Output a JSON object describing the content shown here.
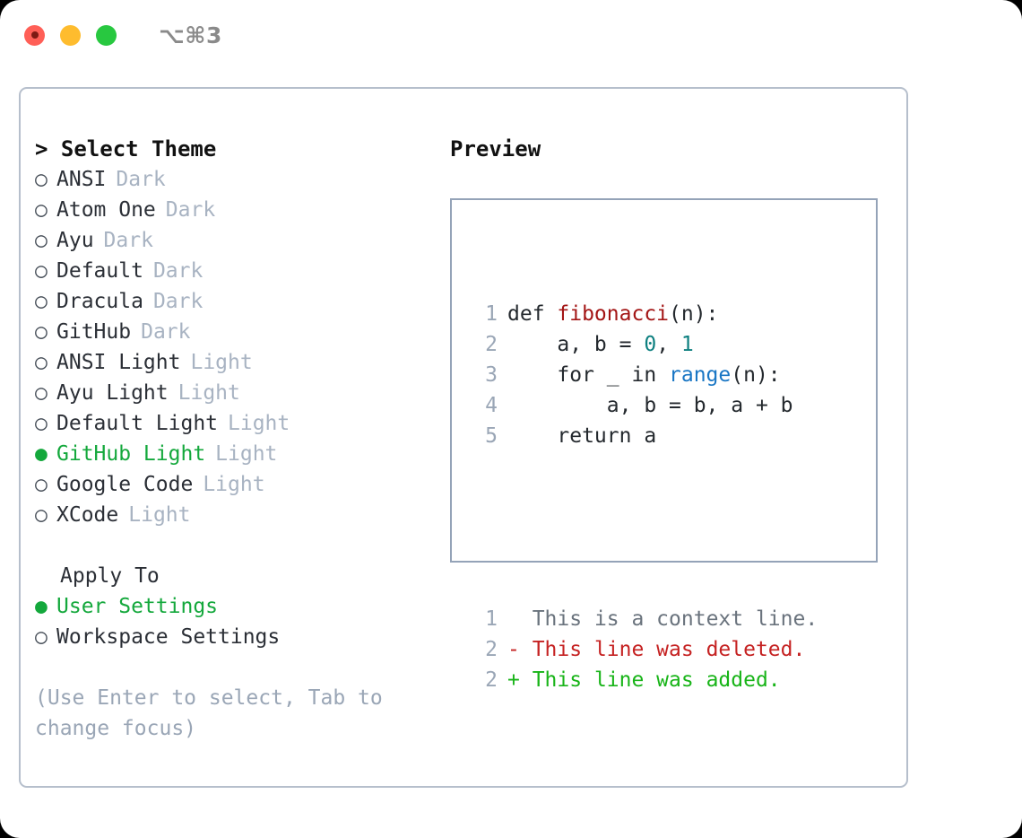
{
  "titlebar": {
    "shortcut": "⌥⌘3",
    "buttons": [
      {
        "name": "close",
        "label": "close"
      },
      {
        "name": "minimize",
        "label": "minimize"
      },
      {
        "name": "maximize",
        "label": "maximize"
      }
    ]
  },
  "theme_panel": {
    "heading": "> Select Theme",
    "bullet_selected": "●",
    "bullet_unselected": "○",
    "items": [
      {
        "label": "ANSI",
        "variant": "Dark",
        "selected": false
      },
      {
        "label": "Atom One",
        "variant": "Dark",
        "selected": false
      },
      {
        "label": "Ayu",
        "variant": "Dark",
        "selected": false
      },
      {
        "label": "Default",
        "variant": "Dark",
        "selected": false
      },
      {
        "label": "Dracula",
        "variant": "Dark",
        "selected": false
      },
      {
        "label": "GitHub",
        "variant": "Dark",
        "selected": false
      },
      {
        "label": "ANSI Light",
        "variant": "Light",
        "selected": false
      },
      {
        "label": "Ayu Light",
        "variant": "Light",
        "selected": false
      },
      {
        "label": "Default Light",
        "variant": "Light",
        "selected": false
      },
      {
        "label": "GitHub Light",
        "variant": "Light",
        "selected": true
      },
      {
        "label": "Google Code",
        "variant": "Light",
        "selected": false
      },
      {
        "label": "XCode",
        "variant": "Light",
        "selected": false
      }
    ]
  },
  "apply_to": {
    "heading": "Apply To",
    "options": [
      {
        "label": "User Settings",
        "selected": true
      },
      {
        "label": "Workspace Settings",
        "selected": false
      }
    ]
  },
  "hint": "(Use Enter to select, Tab to change focus)",
  "preview": {
    "heading": "Preview",
    "code_lines": [
      {
        "num": "1",
        "tokens": [
          {
            "text": "def ",
            "type": "plain"
          },
          {
            "text": "fibonacci",
            "type": "fn"
          },
          {
            "text": "(n):",
            "type": "plain"
          }
        ]
      },
      {
        "num": "2",
        "tokens": [
          {
            "text": "    a, b = ",
            "type": "plain"
          },
          {
            "text": "0",
            "type": "num"
          },
          {
            "text": ", ",
            "type": "plain"
          },
          {
            "text": "1",
            "type": "num"
          }
        ]
      },
      {
        "num": "3",
        "tokens": [
          {
            "text": "    for _ in ",
            "type": "plain"
          },
          {
            "text": "range",
            "type": "call"
          },
          {
            "text": "(n):",
            "type": "plain"
          }
        ]
      },
      {
        "num": "4",
        "tokens": [
          {
            "text": "        a, b = b, a + b",
            "type": "plain"
          }
        ]
      },
      {
        "num": "5",
        "tokens": [
          {
            "text": "    return a",
            "type": "plain"
          }
        ]
      }
    ],
    "diff_lines": [
      {
        "num": "1",
        "marker": " ",
        "text": " This is a context line.",
        "type": "ctx"
      },
      {
        "num": "2",
        "marker": "-",
        "text": " This line was deleted.",
        "type": "del"
      },
      {
        "num": "2",
        "marker": "+",
        "text": " This line was added.",
        "type": "add"
      }
    ]
  },
  "colors": {
    "accent_green": "#14A83C",
    "muted": "#A8B3C2",
    "hint": "#9AA6B6",
    "border_panel": "#B6BFCC",
    "border_preview": "#94A3B8",
    "syntax_function": "#A31515",
    "syntax_number": "#0E8080",
    "syntax_call": "#1976C4",
    "diff_delete": "#C52222",
    "diff_add": "#18B418",
    "diff_context": "#6A737D"
  }
}
